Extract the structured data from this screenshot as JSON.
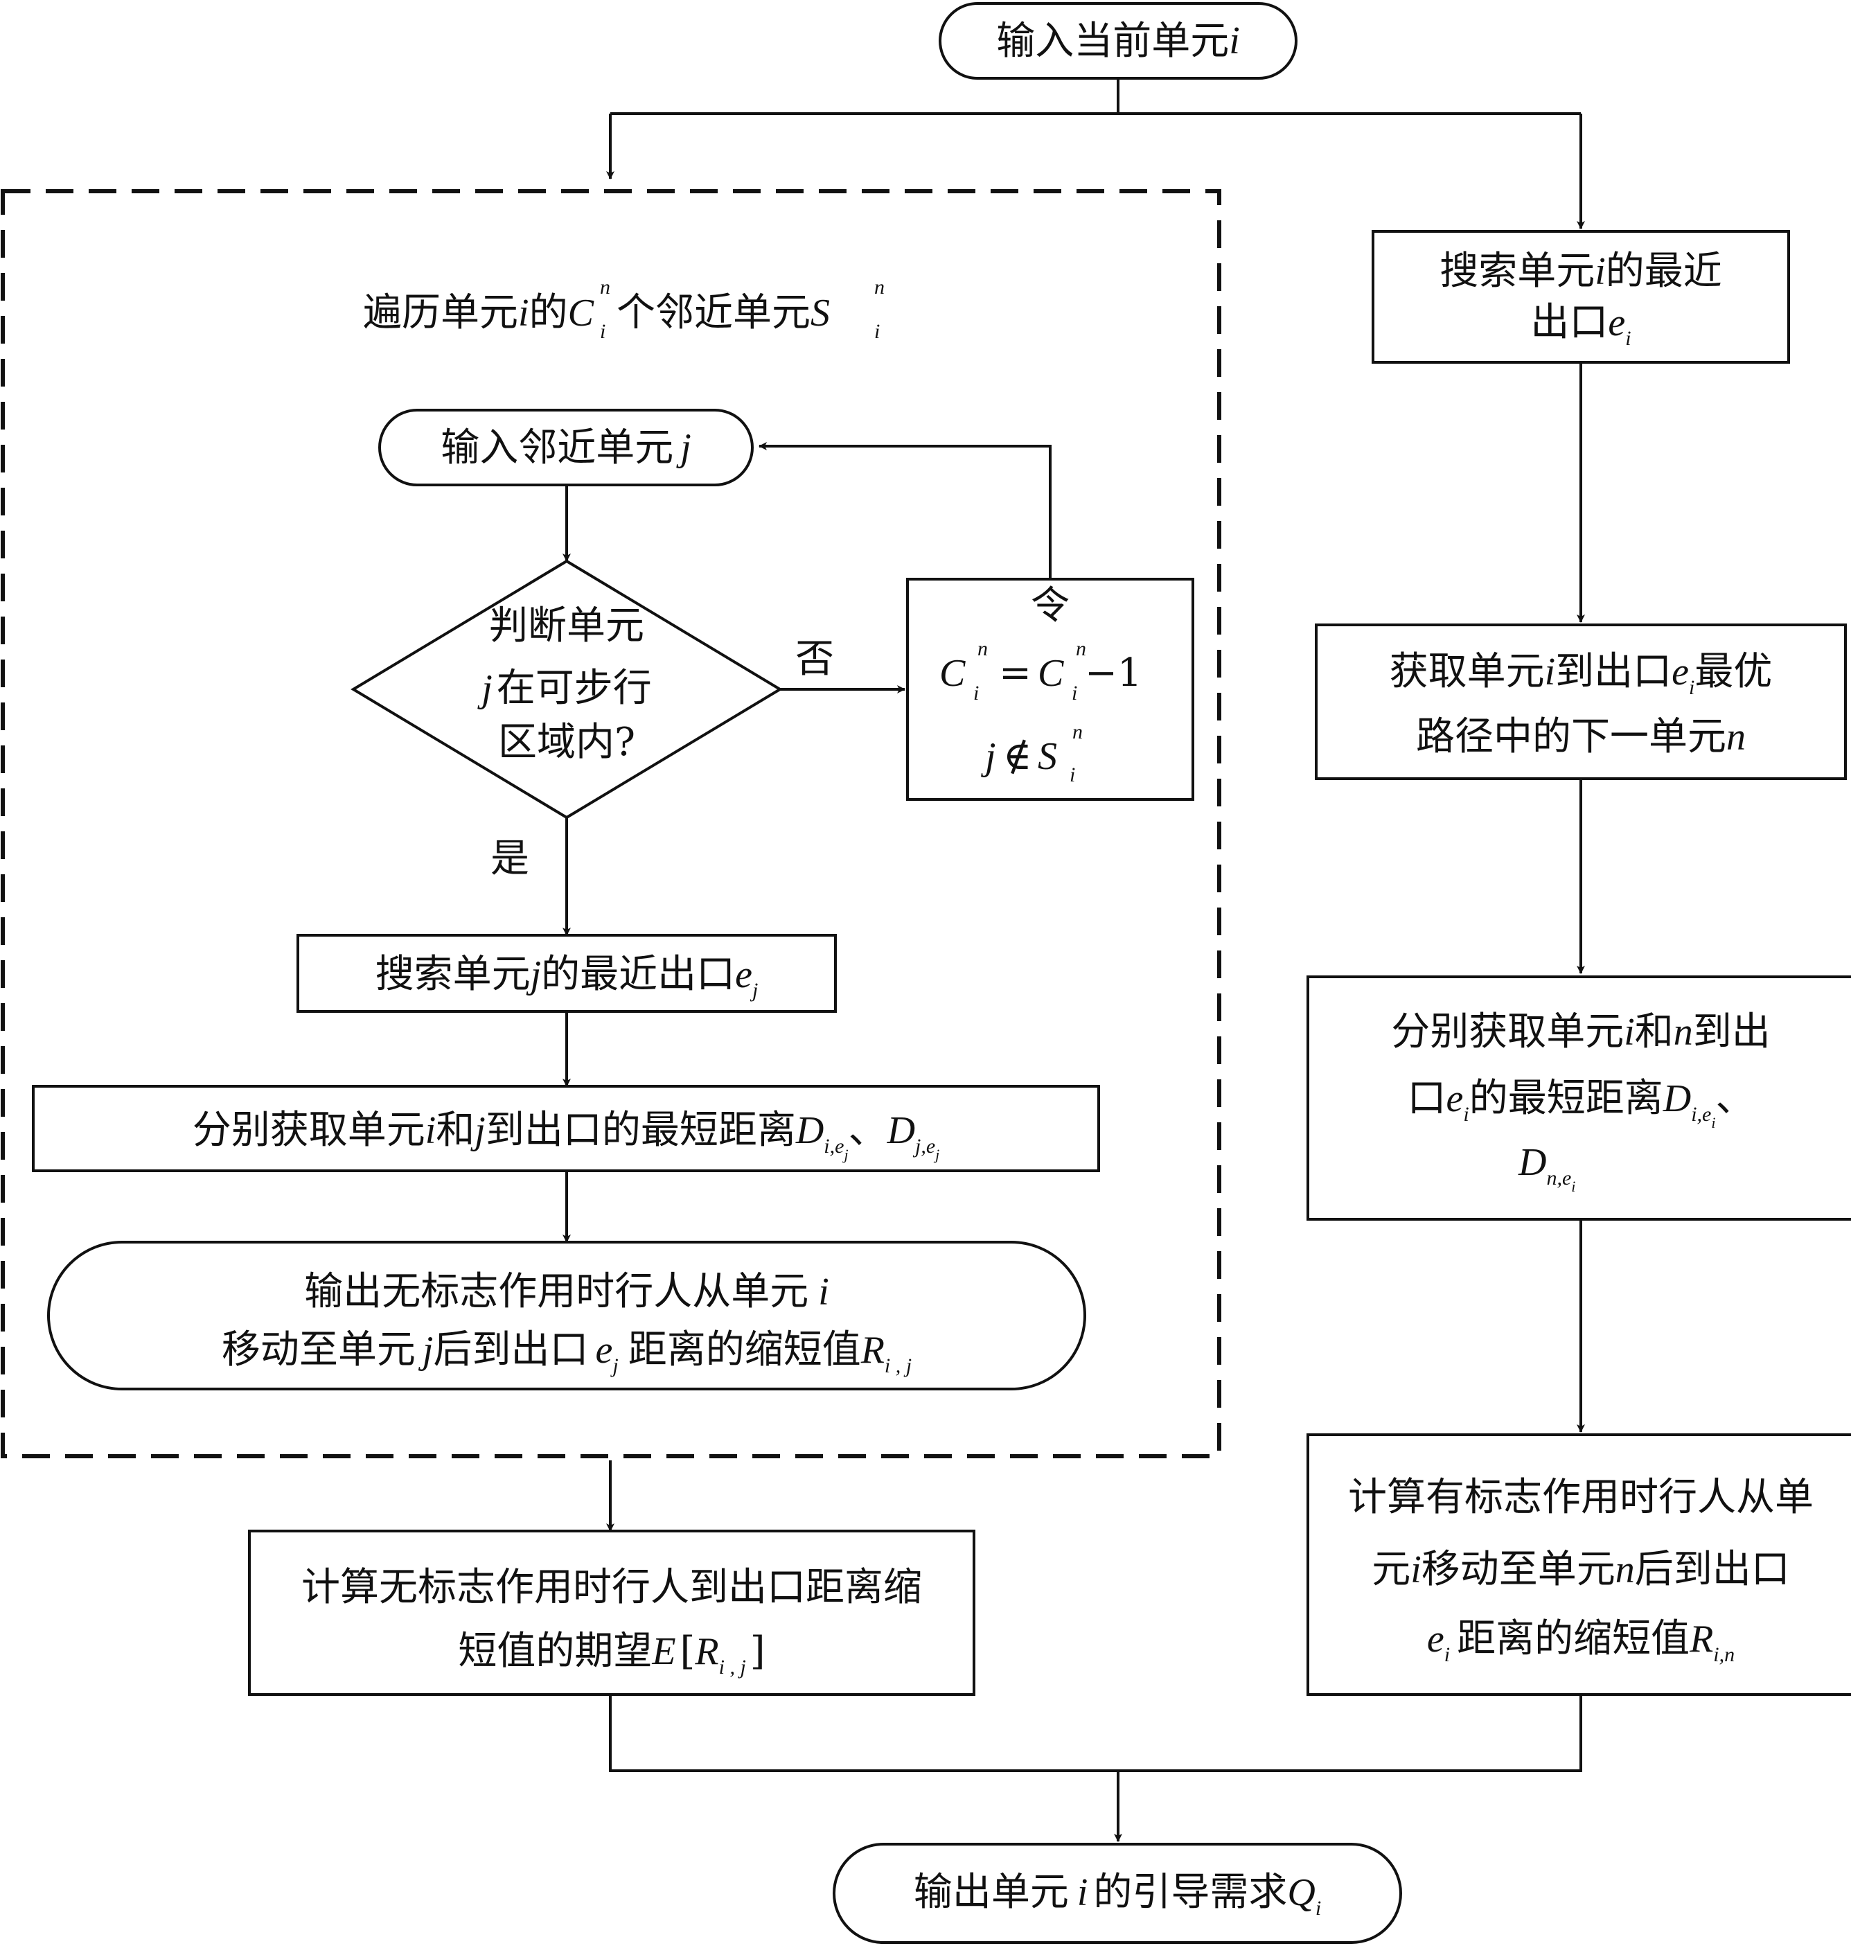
{
  "nodes": {
    "start": {
      "label": "输入当前单元",
      "var": "i"
    },
    "traverse": {
      "t1": "遍历单元",
      "v1": "i",
      "t2": "的",
      "c": "C",
      "c_sub": "i",
      "c_sup": "n",
      "t3": "个邻近单元",
      "s": "S",
      "s_sub": "i",
      "s_sup": "n"
    },
    "input_neighbor": {
      "label": "输入邻近单元",
      "var": "j"
    },
    "decision": {
      "line1": "判断单元",
      "line2_var": "j",
      "line2": "在可步行",
      "line3": "区域内?"
    },
    "decrement": {
      "title": "令",
      "c": "C",
      "sub": "i",
      "sup": "n",
      "eq": "=",
      "minus_one": "−1",
      "j": "j",
      "notin": "∉",
      "s": "S"
    },
    "search_j": {
      "t1": "搜索单元",
      "v": "j",
      "t2": "的最近出口",
      "e": "e",
      "e_sub": "j"
    },
    "dist_ij": {
      "t1": "分别获取单元",
      "v1": "i",
      "t2": "和",
      "v2": "j",
      "t3": "到出口的最短距离",
      "d": "D",
      "d1_sub": "i,e",
      "d1_subsub": "j",
      "sep": "、",
      "d2_sub": "j,e",
      "d2_subsub": "j"
    },
    "output_R": {
      "l1": "输出无标志作用时行人从单元",
      "l1_var": "i",
      "l2a": "移动至单元",
      "l2_var": "j",
      "l2b": "后到出口",
      "e": "e",
      "e_sub": "j",
      "l2c": "距离的缩短值",
      "r": "R",
      "r_sub": "i , j"
    },
    "expect": {
      "l1": "计算无标志作用时行人到出口距离缩",
      "l2": "短值的期望",
      "e": "E",
      "lb": "[",
      "r": "R",
      "r_sub": "i , j",
      "rb": "]"
    },
    "search_i": {
      "l1a": "搜索单元",
      "l1_var": "i",
      "l1b": "的最近",
      "l2": "出口",
      "e": "e",
      "e_sub": "i"
    },
    "next_n": {
      "l1a": "获取单元",
      "l1_var": "i",
      "l1b": "到出口",
      "e": "e",
      "e_sub": "i",
      "l1c": "最优",
      "l2": "路径中的下一单元",
      "l2_var": "n"
    },
    "dist_in": {
      "l1a": "分别获取单元",
      "v1": "i",
      "l1b": "和",
      "v2": "n",
      "l1c": "到出",
      "l2a": "口",
      "e": "e",
      "e_sub": "i",
      "l2b": "的最短距离",
      "d": "D",
      "d1_sub": "i,e",
      "d1_subsub": "i",
      "sep": "、",
      "d2_sub": "n,e",
      "d2_subsub": "i"
    },
    "with_sign": {
      "l1": "计算有标志作用时行人从单",
      "l2a": "元",
      "l2_var": "i",
      "l2b": "移动至单元",
      "l2_var2": "n",
      "l2c": "后到出口",
      "e": "e",
      "e_sub": "i",
      "l3": "距离的缩短值",
      "r": "R",
      "r_sub": "i,n"
    },
    "end": {
      "label": "输出单元",
      "var": "i",
      "label2": "的引导需求",
      "q": "Q",
      "q_sub": "i"
    }
  },
  "edge_labels": {
    "no": "否",
    "yes": "是"
  }
}
